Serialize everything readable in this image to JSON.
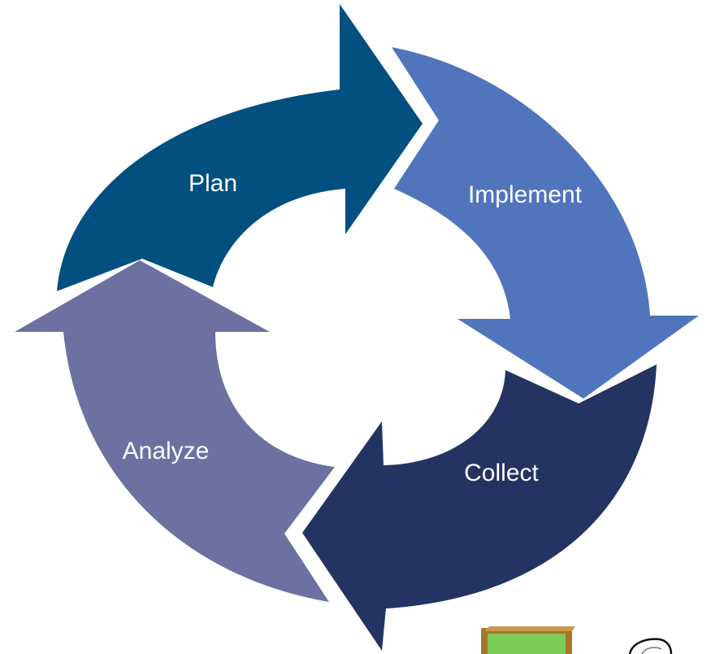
{
  "diagram": {
    "segments": [
      {
        "key": "plan",
        "label": "Plan",
        "color": "#02507F"
      },
      {
        "key": "implement",
        "label": "Implement",
        "color": "#5075BC"
      },
      {
        "key": "collect",
        "label": "Collect",
        "color": "#233462"
      },
      {
        "key": "analyze",
        "label": "Analyze",
        "color": "#6C71A1"
      }
    ],
    "partial_illustration": {
      "board_frame_color": "#A5762A",
      "board_fill_color": "#7CCB58"
    }
  }
}
